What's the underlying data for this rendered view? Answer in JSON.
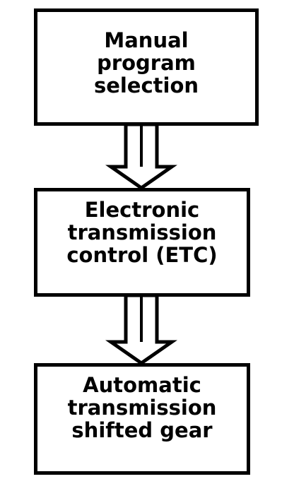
{
  "flowchart": {
    "steps": [
      {
        "lines": [
          "Manual",
          "program",
          "selection"
        ]
      },
      {
        "lines": [
          "Electronic",
          "transmission",
          "control (ETC)"
        ]
      },
      {
        "lines": [
          "Automatic",
          "transmission",
          "shifted gear"
        ]
      }
    ]
  }
}
